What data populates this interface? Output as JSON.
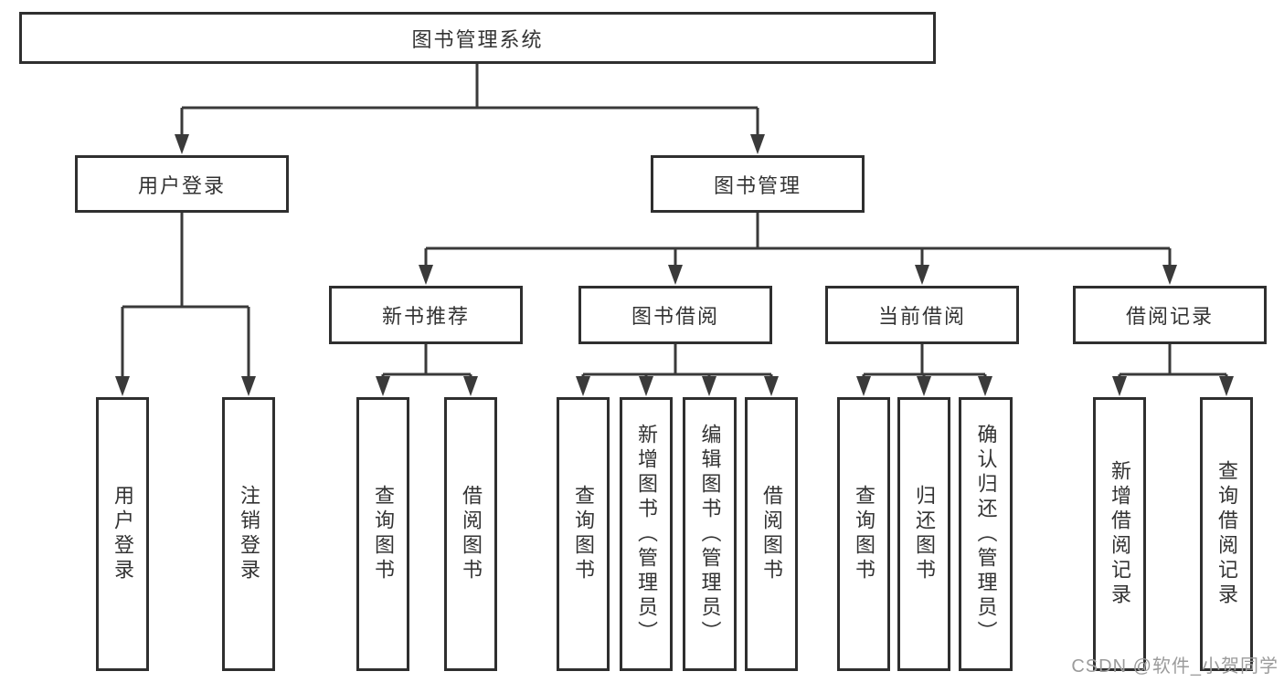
{
  "diagram": {
    "root": "图书管理系统",
    "level2": [
      "用户登录",
      "图书管理"
    ],
    "level3": [
      "新书推荐",
      "图书借阅",
      "当前借阅",
      "借阅记录"
    ],
    "leaves_user_login": [
      "用户登录",
      "注销登录"
    ],
    "leaves_new_books": [
      "查询图书",
      "借阅图书"
    ],
    "leaves_book_borrow": [
      "查询图书",
      "新增图书（管理员）",
      "编辑图书（管理员）",
      "借阅图书"
    ],
    "leaves_current_borrow": [
      "查询图书",
      "归还图书",
      "确认归还（管理员）"
    ],
    "leaves_borrow_records": [
      "新增借阅记录",
      "查询借阅记录"
    ]
  },
  "watermark": "CSDN @软件_小贺同学",
  "colors": {
    "line": "#3a3a3a",
    "box_border": "#2f2f2f",
    "text": "#333333",
    "watermark": "#9b9b9b",
    "background": "#ffffff"
  }
}
